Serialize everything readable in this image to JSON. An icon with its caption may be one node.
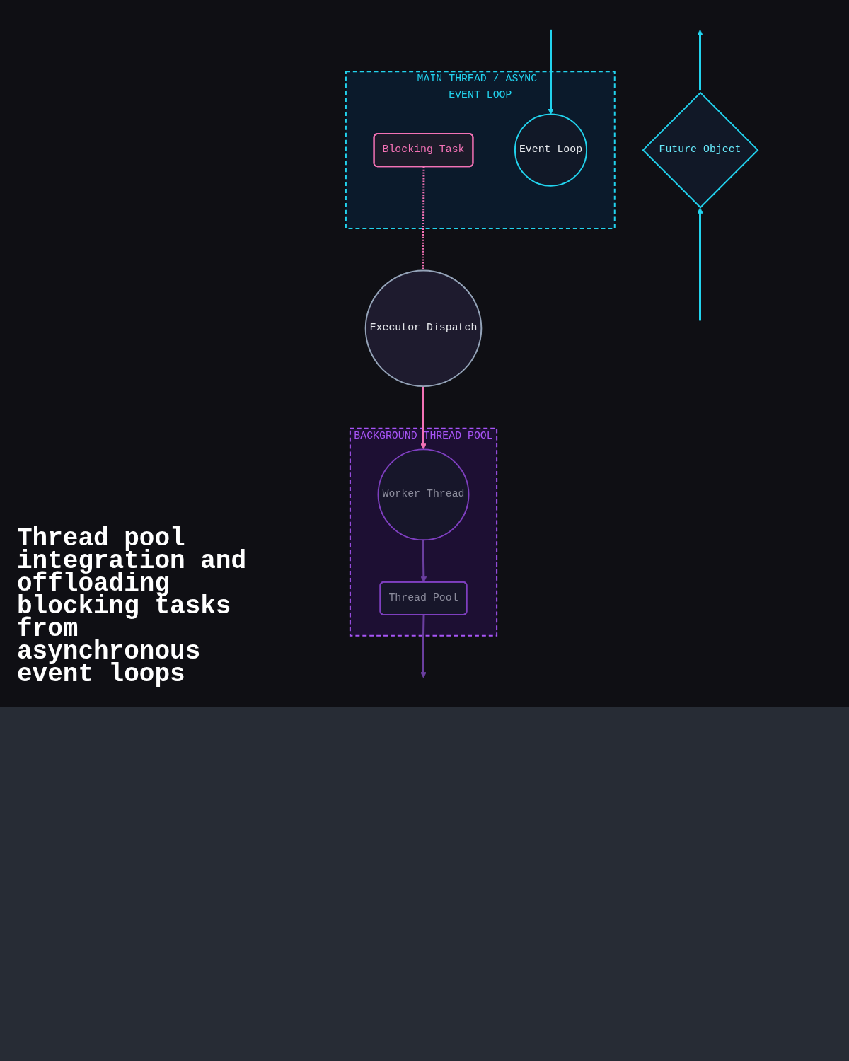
{
  "diagram": {
    "title": "Thread pool integration and offloading blocking tasks from asynchronous event loops",
    "nodes": [
      {
        "text": [
          "MAIN THREAD / ASYNC EVENT LOOP"
        ]
      },
      {
        "text": [
          "Blocking Task"
        ],
        "in": 0
      },
      {
        "text": [
          "Event Loop"
        ],
        "in": 0
      },
      {
        "text": [
          "Executor Dispatch"
        ]
      },
      {
        "text": [
          "Future Object"
        ]
      },
      {
        "text": [
          "BACKGROUND THREAD POOL"
        ]
      },
      {
        "text": [
          "Worker Thread"
        ],
        "in": 5
      },
      {
        "text": [
          "Thread Pool"
        ],
        "in": 5
      }
    ],
    "edges": [
      {
        "from": 1,
        "to": 3,
        "arrow": "none",
        "style": "dashed",
        "color": "#f472b6"
      },
      {
        "from": 3,
        "to": 6,
        "arrow": "to",
        "color": "#f472b6"
      },
      {
        "from": 6,
        "to": 7,
        "arrow": "to",
        "color": "#6b3fa0"
      },
      {
        "from": 7,
        "to": null,
        "arrow": "to",
        "color": "#6b3fa0"
      },
      {
        "from": null,
        "to": 4,
        "arrow": "to"
      },
      {
        "from": 4,
        "to": null,
        "arrow": "to"
      },
      {
        "from": null,
        "to": 2,
        "arrow": "to"
      }
    ]
  }
}
